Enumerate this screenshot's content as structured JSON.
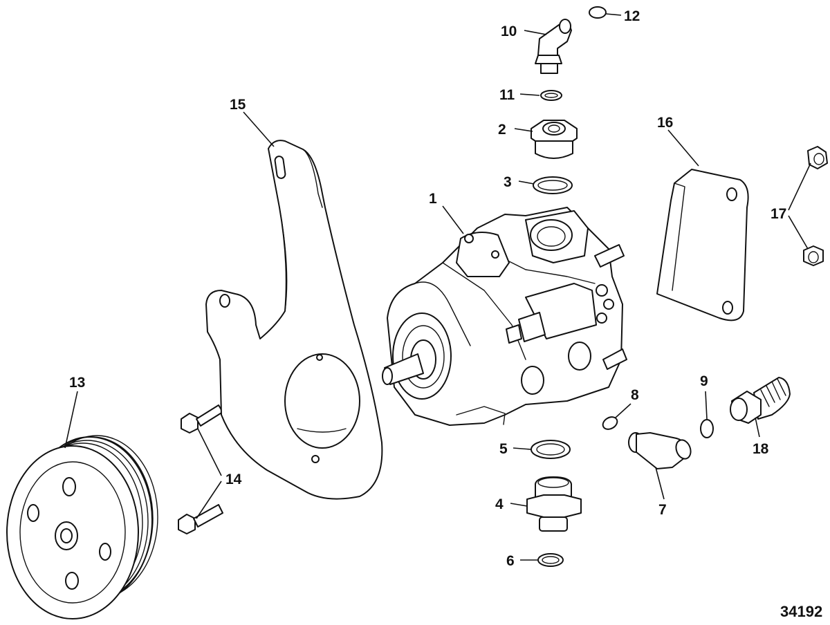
{
  "figure_number": "34192",
  "callouts": {
    "c1": "1",
    "c2": "2",
    "c3": "3",
    "c4": "4",
    "c5": "5",
    "c6": "6",
    "c7": "7",
    "c8": "8",
    "c9": "9",
    "c10": "10",
    "c11": "11",
    "c12": "12",
    "c13": "13",
    "c14": "14",
    "c15": "15",
    "c16": "16",
    "c17": "17",
    "c18": "18"
  },
  "line_color": "#111111",
  "background_color": "#ffffff"
}
